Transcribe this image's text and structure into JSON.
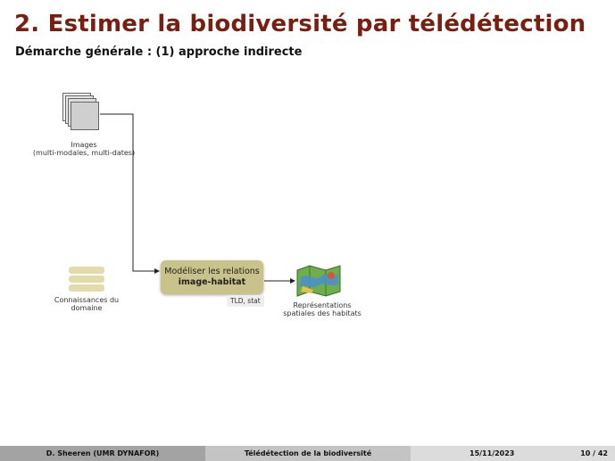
{
  "slide": {
    "title": "2. Estimer la biodiversité par télédétection",
    "subtitle": "Démarche générale : (1) approche indirecte"
  },
  "diagram": {
    "images_label_line1": "Images",
    "images_label_line2": "(multi-modales, multi-dates)",
    "knowledge_label_line1": "Connaissances du",
    "knowledge_label_line2": "domaine",
    "model_box_line1": "Modéliser les relations",
    "model_box_line2": "image-habitat",
    "tld_tag": "TLD, stat",
    "output_label_line1": "Représentations",
    "output_label_line2": "spatiales des habitats"
  },
  "footer": {
    "author": "D. Sheeren (UMR DYNAFOR)",
    "course": "Télédétection de la biodiversité",
    "date": "15/11/2023",
    "page": "10 / 42"
  },
  "colors": {
    "title": "#7a1f10",
    "model_box": "#c9c28a",
    "db_icon": "#e3dcaa"
  }
}
